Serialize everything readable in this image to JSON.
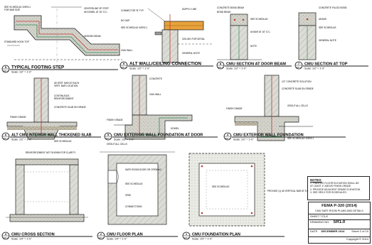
{
  "colors": {
    "line": "#1a1a1a",
    "concrete_fill": "#d4d4cc",
    "block_fill": "#d8d8d2",
    "gravel_fill": "#b9b3a2",
    "rebar_red": "#c0392b",
    "rebar_green": "#2e8b57",
    "sill_orange": "#e8a23b",
    "dash_gray": "#888888"
  },
  "details": [
    {
      "num": "5",
      "title": "TYPICAL FOOTING STEP",
      "sheet": "SR1.0",
      "scale": "Scale: 1/2\" = 1'-0\""
    },
    {
      "num": "9",
      "title": "ALT WALL/CEILING CONNECTION",
      "sheet": "SR1.0",
      "scale": "Scale: 1/2\" = 1'-0\""
    },
    {
      "num": "8",
      "title": "CMU SECTION AT DOOR BEAM",
      "sheet": "SR1.0",
      "scale": "Scale: 1/2\" = 1'-0\""
    },
    {
      "num": "7",
      "title": "CMU SECTION AT TOP",
      "sheet": "SR1.0",
      "scale": "Scale: 1/2\" = 1'-0\""
    },
    {
      "num": "6",
      "title": "ALT CMU INTERIOR WALL THICKENED SLAB",
      "sheet": "SR1.0",
      "scale": "Scale: 1/2\" = 1'-0\""
    },
    {
      "num": "5",
      "title": "CMU EXTERIOR WALL FOUNDATION AT DOOR",
      "sheet": "SR1.0",
      "scale": "Scale: 1/2\" = 1'-0\""
    },
    {
      "num": "4",
      "title": "CMU EXTERIOR WALL FOUNDATION",
      "sheet": "SR1.0",
      "scale": "Scale: 1/2\" = 1'-0\""
    },
    {
      "num": "3",
      "title": "CMU CROSS SECTION",
      "sheet": "SR1.0",
      "scale": "Scale: 1/4\" = 1'-0\""
    },
    {
      "num": "2",
      "title": "CMU FLOOR PLAN",
      "sheet": "SR1.0",
      "scale": "Scale: 1/4\" = 1'-0\""
    },
    {
      "num": "1",
      "title": "CMU FOUNDATION PLAN",
      "sheet": "SR1.0",
      "scale": "Scale: 1/4\" = 1'-0\""
    }
  ],
  "callouts": {
    "d5": [
      "SEE SCHEDULE 2/SR3.1",
      "FOR BAR SIZE",
      "CENTERLINE OF STEP",
      "#5 DOWEL AT 16\" O.C.",
      "STANDARD HOOK TOP",
      "#5 BOND BEAM"
    ],
    "d9": [
      "CONNECTOR 'B' TYP.",
      "NO GAP",
      "SEE SCHEDULE 4/SR3.1",
      "SUPPLY LINE",
      "CEILING FOR DETAIL",
      "CMU WALL",
      "GENERAL NOTE"
    ],
    "d8": [
      "CONCRETE BOND BEAM",
      "SEE SCHEDULE",
      "BOND BEAM",
      "#4 BAR AT 16\" O.C.",
      "NOTE"
    ],
    "d7": [
      "CONCRETE FILLED BOND",
      "#5 BAR",
      "SEE SCHEDULE",
      "GENERAL NOTE"
    ],
    "d6": [
      "#5 VERT. BAR AT EACH",
      "VERT. BAR LOCATION",
      "CONTINUOUS",
      "REINFORCEMENT",
      "CONCRETE SLAB ON GRADE",
      "FINISH GRADE",
      "SEE SCHEDULE"
    ],
    "d5b": [
      "CONCRETE",
      "CMU WALL",
      "FINISH GRADE",
      "DOWEL",
      "GROUT ALL CELLS"
    ],
    "d4": [
      "1/2\" CONCRETE SOLUTION",
      "CONCRETE SLAB ON GRADE",
      "FINISH GRADE",
      "GROUT ALL CELLS",
      "SEE SCHEDULE 2/SR3.1"
    ],
    "d3": [
      "REINFORCEMENT NOT SHOWN FOR CLARITY"
    ],
    "d2": [
      "SAFE ROOM DOOR OR OPENING",
      "SEE SCHEDULE",
      "GRID",
      "CONNECTIONS"
    ],
    "d1": [
      "PROVIDE (1) #5 VERTICAL BAR AT EVERY CORNER",
      "SEE SCHEDULE"
    ]
  },
  "notes_box": {
    "title": "NOTES:",
    "items": [
      "1. FINISHED FLOOR ELEVATION SHALL BE",
      "   AT LEAST 4\" ABOVE FINISH GRADE.",
      "2. PROVIDE ADJACENT GRADE ELEVATION.",
      "3. SEE SR3.0 FOR SCHEDULES."
    ]
  },
  "title_block": {
    "header": "FEMA P-320 (2014)",
    "sheet_title_label": "SHEET TITLE",
    "sheet_title": "CMU SAFE ROOM PLANS AND DETAILS",
    "drawing_no_label": "DRAWING NO.",
    "drawing_no": "SR1.0",
    "date_label": "DATE",
    "date": "DECEMBER 2014",
    "sheet_of": "Sheet 2 of 10",
    "copyright": "Copyright © 2014"
  }
}
